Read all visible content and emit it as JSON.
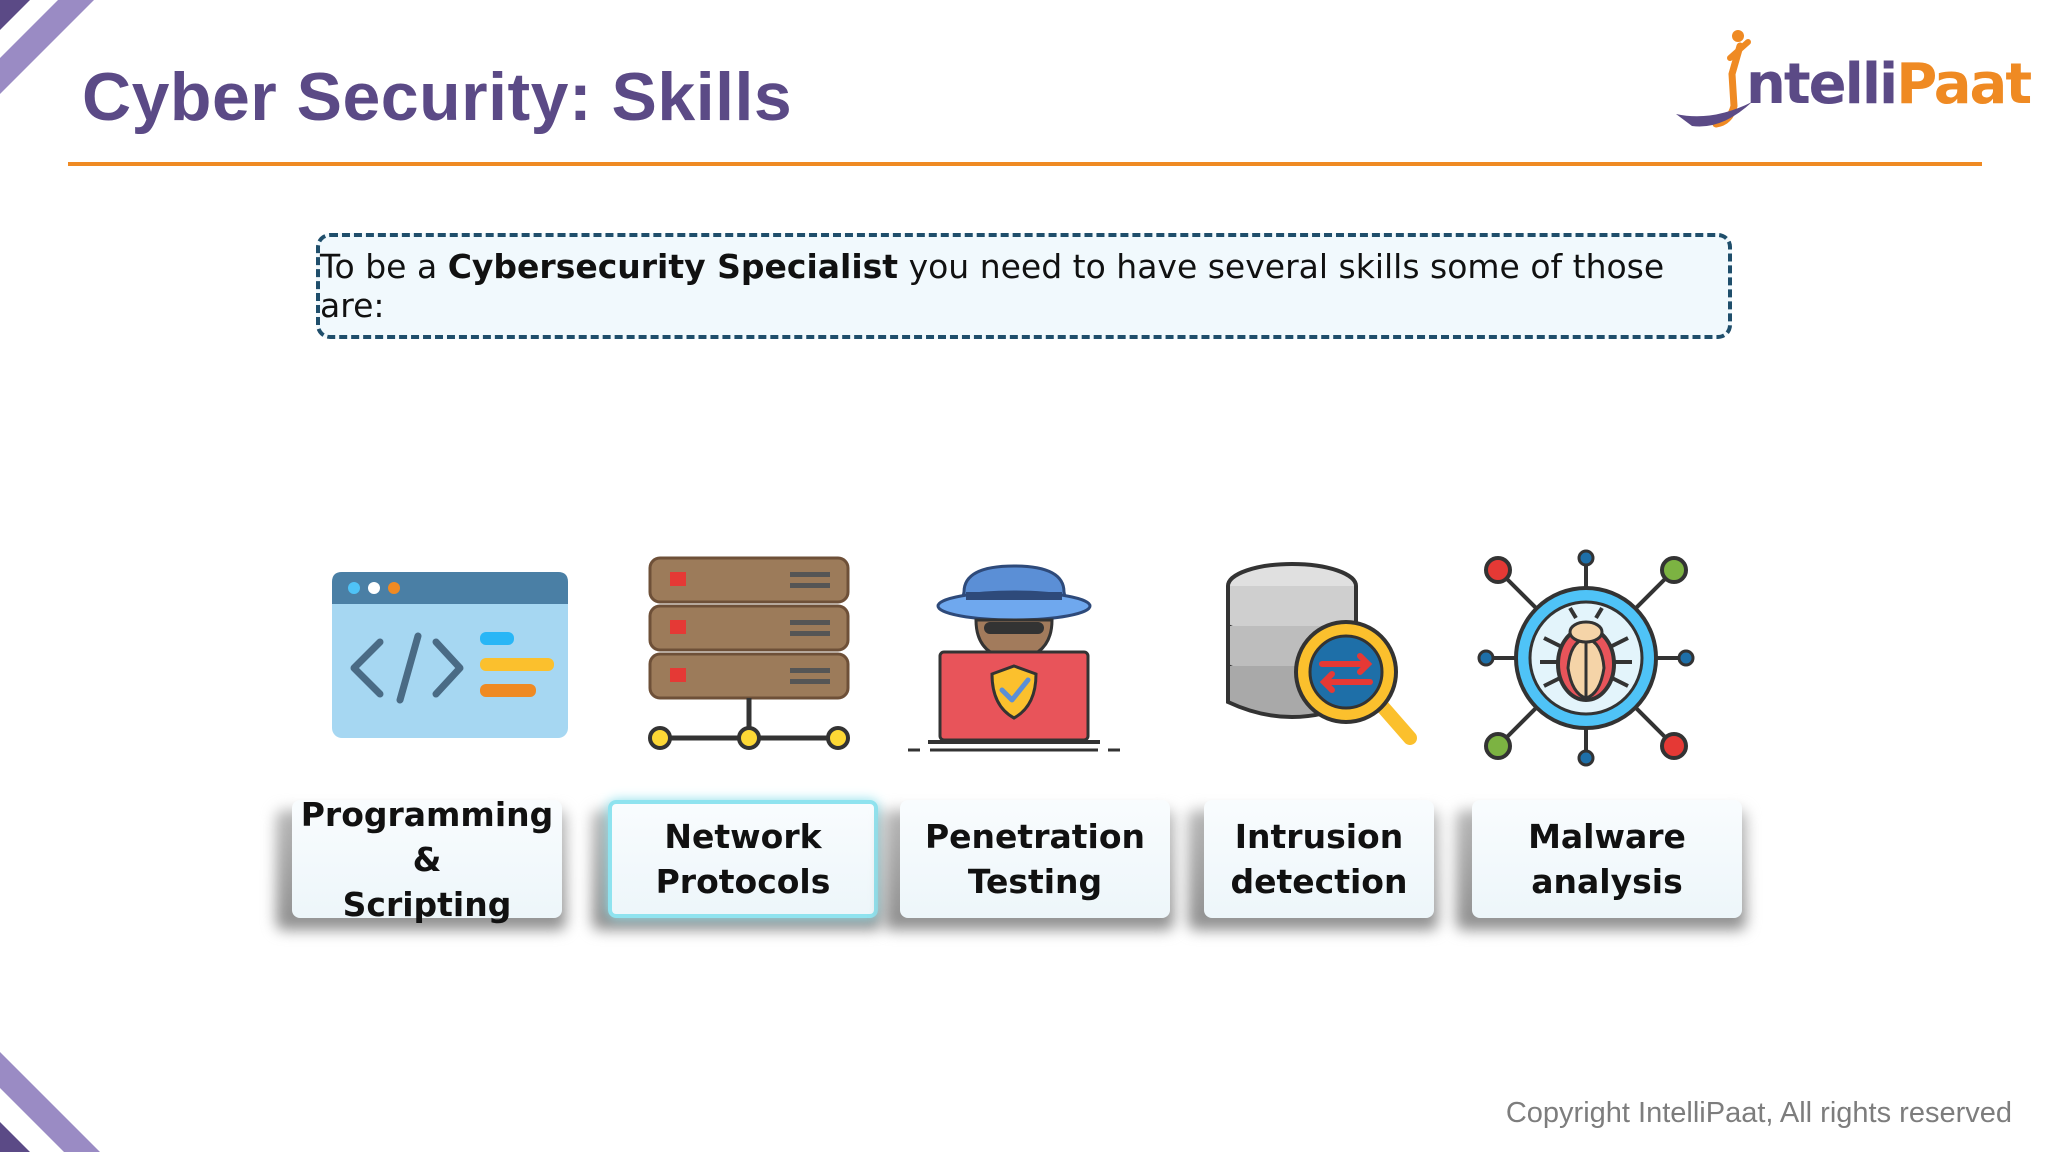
{
  "slide": {
    "title": "Cyber Security: Skills",
    "intro_prefix": "To be a ",
    "intro_bold": "Cybersecurity Specialist",
    "intro_suffix": " you need to have several skills some of those are:",
    "copyright": "Copyright IntelliPaat, All rights reserved"
  },
  "logo": {
    "text_main": "ntelli",
    "text_accent": "Paat"
  },
  "skills": [
    {
      "line1": "Programming &",
      "line2": "Scripting",
      "icon": "code-window-icon"
    },
    {
      "line1": "Network",
      "line2": "Protocols",
      "icon": "server-network-icon"
    },
    {
      "line1": "Penetration",
      "line2": "Testing",
      "icon": "hacker-shield-icon"
    },
    {
      "line1": "Intrusion",
      "line2": "detection",
      "icon": "database-search-icon"
    },
    {
      "line1": "Malware",
      "line2": "analysis",
      "icon": "bug-virus-icon"
    }
  ],
  "colors": {
    "title": "#5b4a86",
    "accent": "#ef8a23",
    "border": "#1f4e6b",
    "highlight": "#8fe3ef"
  }
}
